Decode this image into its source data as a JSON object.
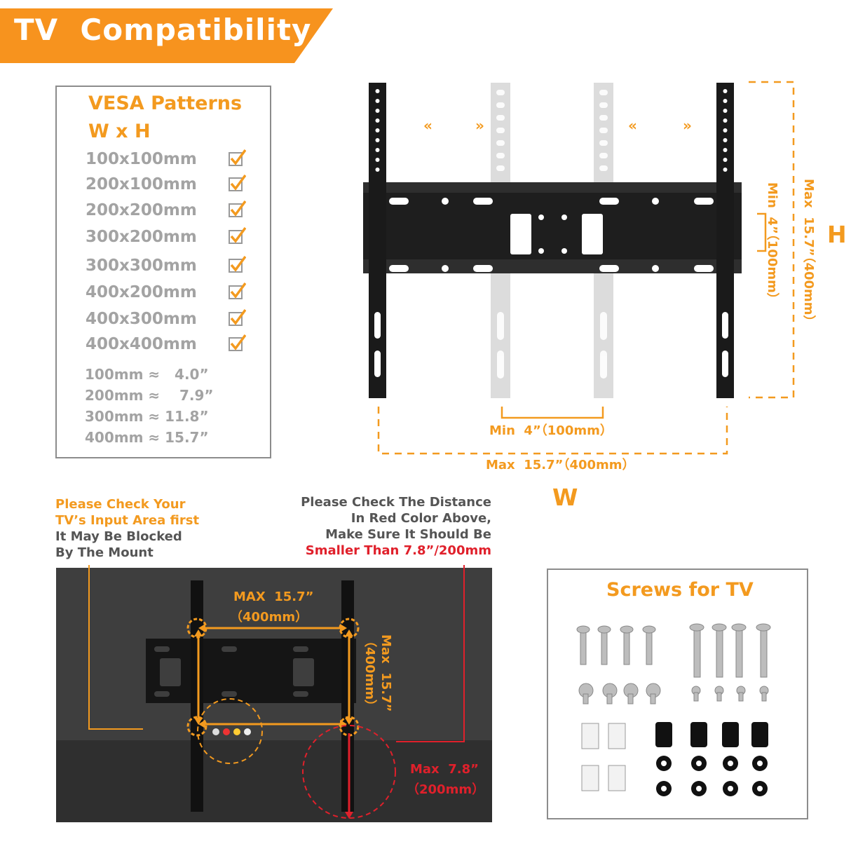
{
  "banner": {
    "title": "TV  Compatibility",
    "color": "#f7931e"
  },
  "vesa": {
    "title": "VESA Patterns",
    "subtitle": "W x H",
    "patterns": [
      "100x100mm",
      "200x100mm",
      "200x200mm",
      "300x200mm",
      "300x300mm",
      "400x200mm",
      "400x300mm",
      "400x400mm"
    ],
    "conversions": [
      "100mm ≈   4.0”",
      "200mm ≈    7.9”",
      "300mm ≈ 11.8”",
      "400mm ≈ 15.7”"
    ],
    "check_icon": "checkmark-icon"
  },
  "diagram": {
    "height_max": "Max  15.7”（400mm）",
    "height_min": "Min  4”（100mm）",
    "width_min": "Min  4”（100mm）",
    "width_max": "Max  15.7”（400mm）",
    "h_letter": "H",
    "w_letter": "W",
    "arrows_left": "«",
    "arrows_right": "»"
  },
  "notes": {
    "left_orange": [
      "Please Check Your",
      "TV’s Input Area first"
    ],
    "left_gray": [
      "It May Be Blocked",
      "By The Mount"
    ],
    "right_gray": [
      "Please Check The Distance",
      "In Red Color Above,",
      "Make Sure It Should Be"
    ],
    "right_red": "Smaller Than 7.8”/200mm"
  },
  "tv": {
    "max_w_1": "MAX  15.7”",
    "max_w_2": "（400mm）",
    "max_h_1": "Max  15.7”",
    "max_h_2": "（400mm）",
    "max_red_1": "Max  7.8”",
    "max_red_2": "（200mm）"
  },
  "screws": {
    "title": "Screws for TV"
  },
  "colors": {
    "accent": "#f39a1f",
    "gray": "#a3a3a3",
    "red": "#e0202b",
    "dark": "#1e1e1e"
  }
}
